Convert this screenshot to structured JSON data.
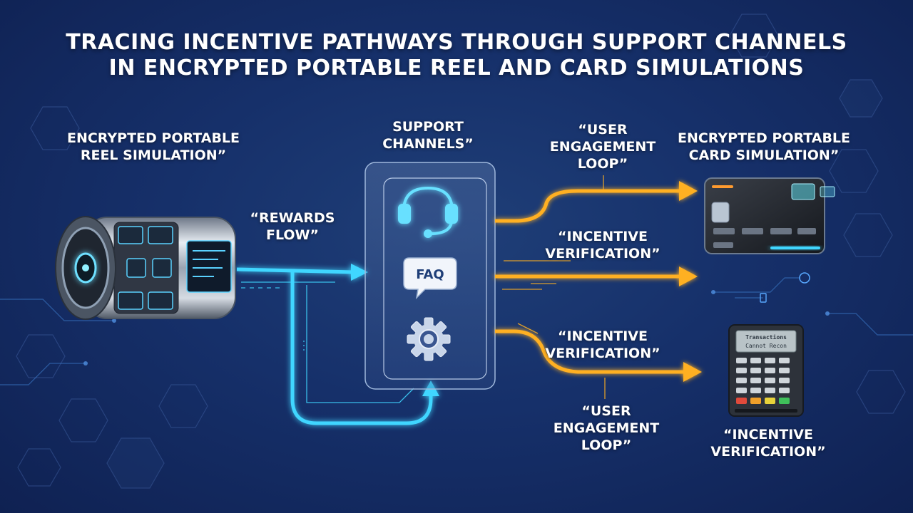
{
  "title": {
    "line1": "TRACING INCENTIVE PATHWAYS THROUGH SUPPORT CHANNELS",
    "line2": "IN ENCRYPTED PORTABLE REEL AND CARD SIMULATIONS"
  },
  "nodes": {
    "reel": {
      "line1": "ENCRYPTED PORTABLE",
      "line2": "REEL SIMULATION”"
    },
    "support": {
      "line1": "SUPPORT",
      "line2": "CHANNELS”",
      "faq_text": "FAQ"
    },
    "card": {
      "line1": "ENCRYPTED PORTABLE",
      "line2": "CARD SIMULATION”"
    },
    "terminal": {
      "screen_line1": "Transactions",
      "screen_line2": "Cannot Recon",
      "line1": "“INCENTIVE",
      "line2": "VERIFICATION”"
    }
  },
  "edges": {
    "rewards_flow": {
      "line1": "“REWARDS",
      "line2": "FLOW”"
    },
    "engagement_top": {
      "line1": "“USER",
      "line2": "ENGAGEMENT",
      "line3": "LOOP”"
    },
    "verification_mid": {
      "line1": "“INCENTIVE",
      "line2": "VERIFICATION”"
    },
    "verification_low": {
      "line1": "“INCENTIVE",
      "line2": "VERIFICATION”"
    },
    "engagement_bottom": {
      "line1": "“USER",
      "line2": "ENGAGEMENT",
      "line3": "LOOP”"
    }
  },
  "colors": {
    "background": "#16306a",
    "cyan_flow": "#3fd6ff",
    "orange_flow": "#ffb020",
    "panel_border": "#9fb8dc"
  }
}
